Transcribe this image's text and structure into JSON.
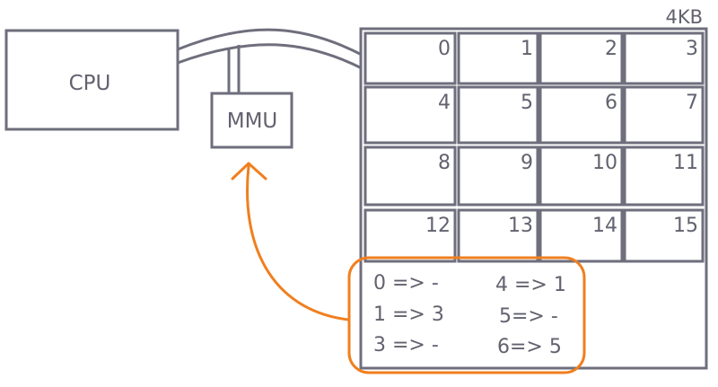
{
  "colors": {
    "stroke": "#6e6e7d",
    "text": "#62626f",
    "highlight": "#f07f1f"
  },
  "cpu": {
    "label": "CPU"
  },
  "mmu": {
    "label": "MMU"
  },
  "memory": {
    "size_label": "4KB",
    "frames": [
      "0",
      "1",
      "2",
      "3",
      "4",
      "5",
      "6",
      "7",
      "8",
      "9",
      "10",
      "11",
      "12",
      "13",
      "14",
      "15"
    ]
  },
  "page_table": {
    "entries": [
      "0 => -",
      "4 => 1",
      "1 => 3",
      "5=> -",
      "3 => -",
      "6=> 5"
    ]
  },
  "icons": {
    "arrow": "curved-arrow-icon"
  }
}
